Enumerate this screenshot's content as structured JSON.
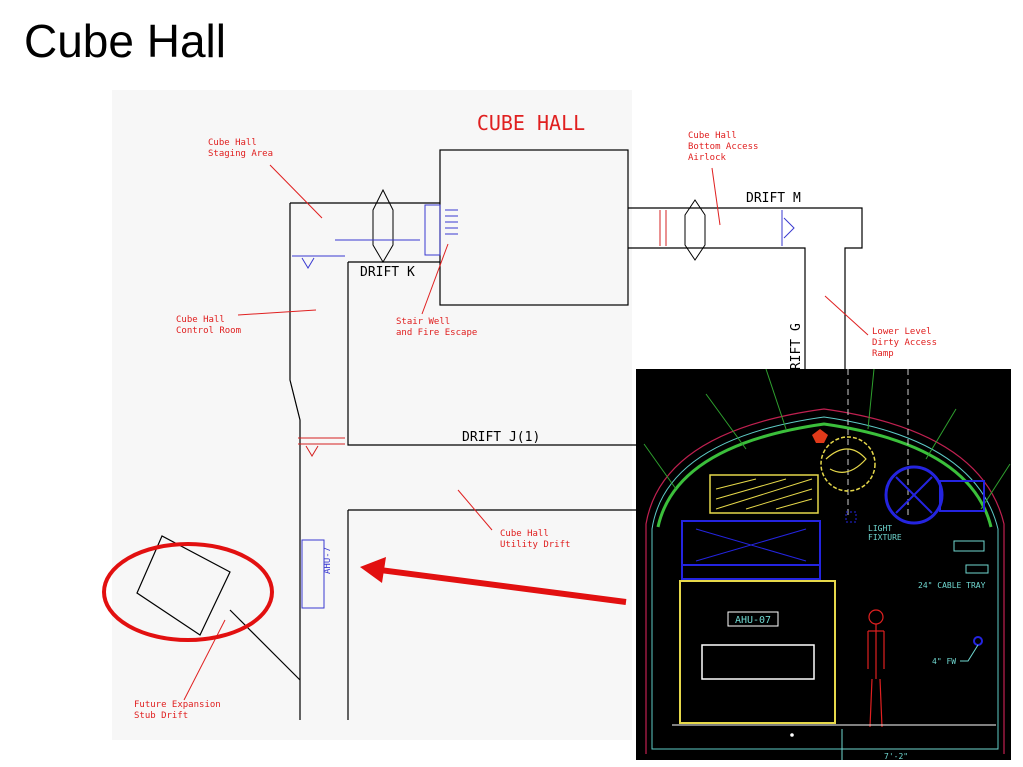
{
  "slide": {
    "title": "Cube Hall"
  },
  "plan": {
    "heading": "CUBE HALL",
    "drifts": {
      "k": "DRIFT K",
      "m": "DRIFT M",
      "g": "DRIFT G",
      "j1": "DRIFT J(1)"
    },
    "ahu_label": "AHU-7",
    "annotations": {
      "staging_1": "Cube Hall",
      "staging_2": "Staging Area",
      "airlock_1": "Cube Hall",
      "airlock_2": "Bottom Access",
      "airlock_3": "Airlock",
      "control_1": "Cube Hall",
      "control_2": "Control Room",
      "stair_1": "Stair Well",
      "stair_2": "and Fire Escape",
      "ramp_1": "Lower Level",
      "ramp_2": "Dirty Access",
      "ramp_3": "Ramp",
      "utility_1": "Cube Hall",
      "utility_2": "Utility Drift",
      "future_1": "Future Expansion",
      "future_2": "Stub Drift"
    }
  },
  "inset": {
    "ahu_tag": "AHU-07",
    "light_1": "LIGHT",
    "light_2": "FIXTURE",
    "cable_tray": "24\" CABLE TRAY",
    "fw": "4\" FW",
    "dimension": "7'-2\""
  },
  "colors": {
    "annotation": "#e02020",
    "linework": "#000000",
    "door": "#3a3ad0"
  }
}
